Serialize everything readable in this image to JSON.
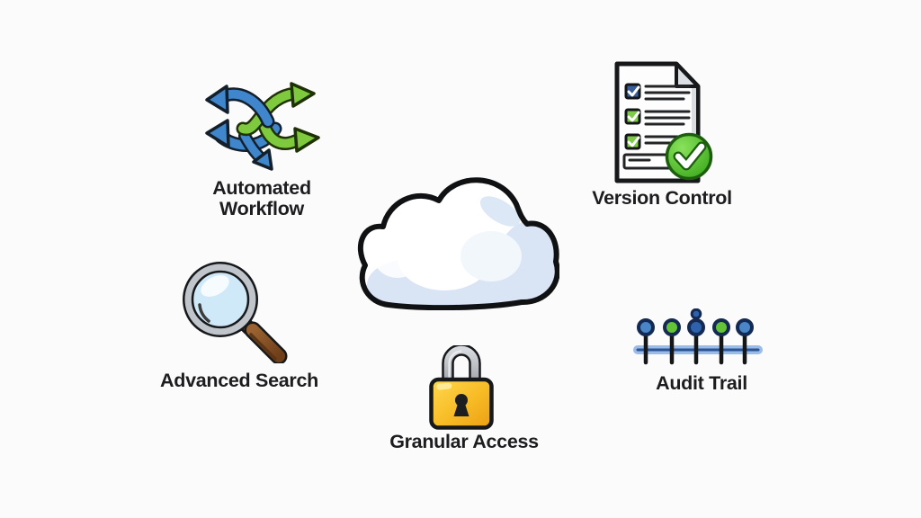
{
  "diagram": {
    "background_color": "#fbfbfc",
    "text_color": "#1d1d1f",
    "center": {
      "icon": "cloud-icon"
    },
    "features": [
      {
        "label": "Automated Workflow",
        "icon": "workflow-arrows-icon",
        "colors": {
          "arrow_blue": "#3f86cc",
          "arrow_green": "#7fc93e"
        }
      },
      {
        "label": "Version Control",
        "icon": "document-checklist-icon",
        "colors": {
          "check_circle_green": "#52c226",
          "checkbox_blue": "#3a5d9c",
          "checkbox_green": "#7ecb4a"
        }
      },
      {
        "label": "Advanced Search",
        "icon": "magnifying-glass-icon",
        "colors": {
          "lens_blue": "#cfe9f8",
          "handle_brown": "#8a5428",
          "rim_gray": "#bfc5cb"
        }
      },
      {
        "label": "Granular Access",
        "icon": "padlock-icon",
        "colors": {
          "body_gold": "#f7bb25",
          "shackle_gray": "#b9bdc2"
        }
      },
      {
        "label": "Audit Trail",
        "icon": "timeline-icon",
        "colors": {
          "dot_blue": "#4a85c7",
          "dot_dark_blue": "#2e62ad",
          "dot_green": "#63c436",
          "bar_blue": "#9abce8"
        }
      }
    ],
    "cloud_shade_color": "#d9e4f4"
  }
}
